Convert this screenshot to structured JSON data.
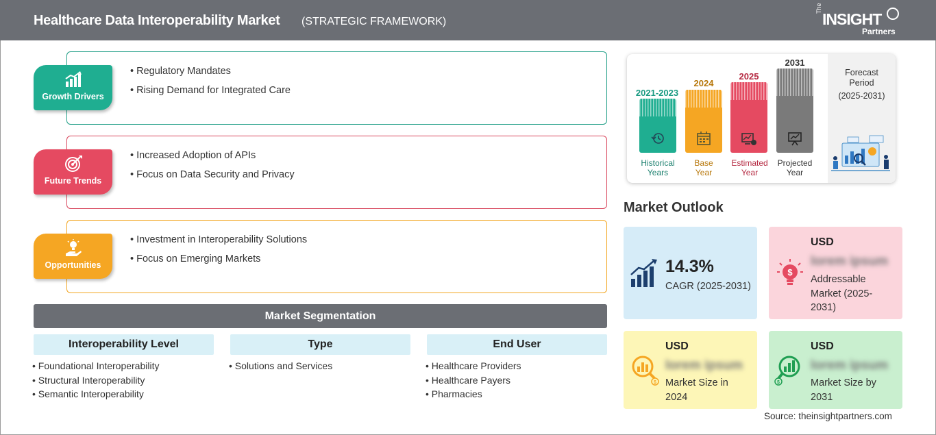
{
  "header": {
    "title": "Healthcare Data Interoperability Market",
    "subtitle": "(STRATEGIC FRAMEWORK)",
    "logo_the": "The",
    "logo_insight": "INSIGHT",
    "logo_partners": "Partners"
  },
  "framework": [
    {
      "label": "Growth Drivers",
      "color": "#1fae91",
      "icon": "bar-chart-growth-icon",
      "items": [
        "Regulatory Mandates",
        "Rising Demand for Integrated Care"
      ]
    },
    {
      "label": "Future Trends",
      "color": "#e54a61",
      "icon": "target-icon",
      "items": [
        "Increased Adoption of APIs",
        "Focus on Data Security and Privacy"
      ]
    },
    {
      "label": "Opportunities",
      "color": "#f5a623",
      "icon": "hand-lightbulb-icon",
      "items": [
        "Investment in Interoperability Solutions",
        "Focus on Emerging Markets"
      ]
    }
  ],
  "segmentation": {
    "title": "Market Segmentation",
    "columns": [
      {
        "heading": "Interoperability Level",
        "items": [
          "Foundational Interoperability",
          "Structural Interoperability",
          "Semantic Interoperability"
        ]
      },
      {
        "heading": "Type",
        "items": [
          "Solutions and Services"
        ]
      },
      {
        "heading": "End User",
        "items": [
          "Healthcare Providers",
          "Healthcare Payers",
          "Pharmacies"
        ]
      }
    ]
  },
  "timeline": {
    "periods": [
      {
        "year": "2021-2023",
        "label_line1": "Historical",
        "label_line2": "Years",
        "color": "#1fae91",
        "icon": "history-clock-icon"
      },
      {
        "year": "2024",
        "label_line1": "Base",
        "label_line2": "Year",
        "color": "#f5a623",
        "icon": "calendar-icon"
      },
      {
        "year": "2025",
        "label_line1": "Estimated",
        "label_line2": "Year",
        "color": "#e54a61",
        "icon": "analytics-icon"
      },
      {
        "year": "2031",
        "label_line1": "Projected",
        "label_line2": "Year",
        "color": "#7a7a7a",
        "icon": "presentation-chart-icon"
      }
    ],
    "forecast_line1": "Forecast",
    "forecast_line2": "Period",
    "forecast_range": "(2025-2031)"
  },
  "outlook": {
    "title": "Market Outlook",
    "cagr_value": "14.3%",
    "cagr_label": "CAGR (2025-2031)",
    "addressable_currency": "USD",
    "addressable_value": "lorem ipsum",
    "addressable_label_1": "Addressable",
    "addressable_label_2": "Market (2025-",
    "addressable_label_3": "2031)",
    "size2024_currency": "USD",
    "size2024_value": "lorem ipsum",
    "size2024_label_1": "Market Size in",
    "size2024_label_2": "2024",
    "size2031_currency": "USD",
    "size2031_value": "lorem ipsum",
    "size2031_label_1": "Market Size by",
    "size2031_label_2": "2031",
    "colors": {
      "cagr": "#d6ecf8",
      "addressable": "#fbd5dc",
      "size2024": "#fdf6b7",
      "size2031": "#c9efcf"
    }
  },
  "source": "Source: theinsightpartners.com"
}
